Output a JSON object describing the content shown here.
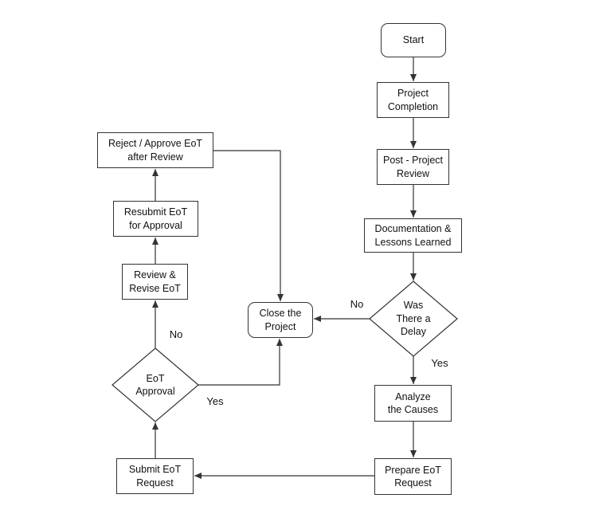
{
  "diagram": {
    "type": "flowchart",
    "nodes": {
      "start": {
        "label": "Start",
        "shape": "terminator"
      },
      "project_completion": {
        "label": "Project\nCompletion",
        "shape": "process"
      },
      "post_project_review": {
        "label": "Post - Project\nReview",
        "shape": "process"
      },
      "documentation": {
        "label": "Documentation &\nLessons Learned",
        "shape": "process"
      },
      "was_there_delay": {
        "label": "Was\nThere a\nDelay",
        "shape": "decision"
      },
      "analyze_causes": {
        "label": "Analyze\nthe Causes",
        "shape": "process"
      },
      "prepare_eot": {
        "label": "Prepare EoT\nRequest",
        "shape": "process"
      },
      "submit_eot": {
        "label": "Submit EoT\nRequest",
        "shape": "process"
      },
      "eot_approval": {
        "label": "EoT\nApproval",
        "shape": "decision"
      },
      "review_revise": {
        "label": "Review &\nRevise EoT",
        "shape": "process"
      },
      "resubmit": {
        "label": "Resubmit EoT\nfor Approval",
        "shape": "process"
      },
      "reject_approve": {
        "label": "Reject / Approve EoT\nafter Review",
        "shape": "process"
      },
      "close_project": {
        "label": "Close the\nProject",
        "shape": "terminator"
      }
    },
    "edge_labels": {
      "delay_no": "No",
      "delay_yes": "Yes",
      "approval_no": "No",
      "approval_yes": "Yes"
    },
    "edges": [
      {
        "from": "start",
        "to": "project_completion"
      },
      {
        "from": "project_completion",
        "to": "post_project_review"
      },
      {
        "from": "post_project_review",
        "to": "documentation"
      },
      {
        "from": "documentation",
        "to": "was_there_delay"
      },
      {
        "from": "was_there_delay",
        "to": "close_project",
        "label": "No"
      },
      {
        "from": "was_there_delay",
        "to": "analyze_causes",
        "label": "Yes"
      },
      {
        "from": "analyze_causes",
        "to": "prepare_eot"
      },
      {
        "from": "prepare_eot",
        "to": "submit_eot"
      },
      {
        "from": "submit_eot",
        "to": "eot_approval"
      },
      {
        "from": "eot_approval",
        "to": "review_revise",
        "label": "No"
      },
      {
        "from": "eot_approval",
        "to": "close_project",
        "label": "Yes"
      },
      {
        "from": "review_revise",
        "to": "resubmit"
      },
      {
        "from": "resubmit",
        "to": "reject_approve"
      },
      {
        "from": "reject_approve",
        "to": "close_project"
      }
    ],
    "colors": {
      "line": "#333333",
      "text": "#111111",
      "background": "#ffffff"
    }
  }
}
